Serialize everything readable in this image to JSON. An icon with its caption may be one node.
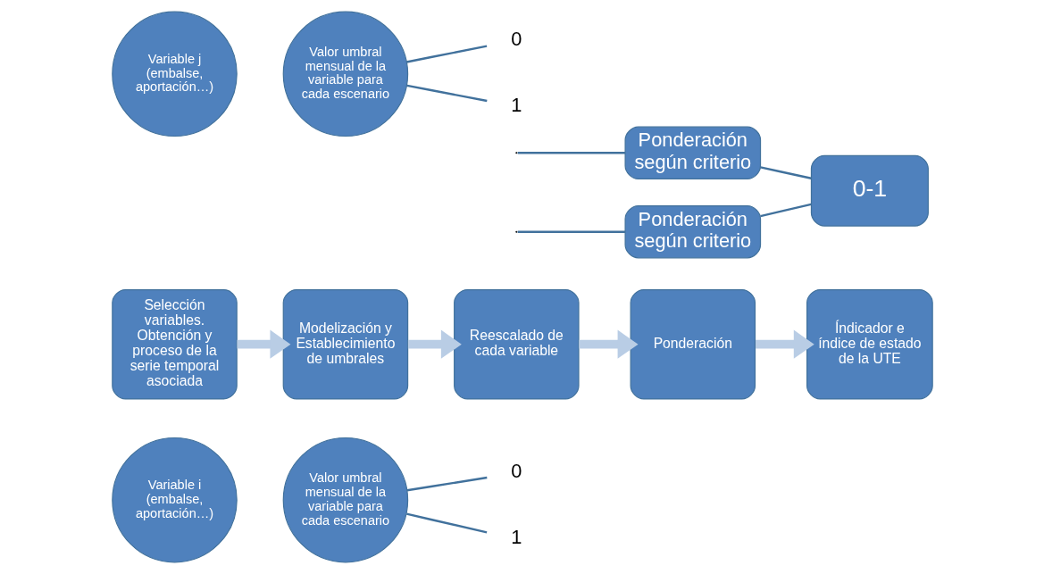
{
  "diagram": {
    "nodes": [
      {
        "text": [
          "Selección variables. Obtención y proceso de la serie temporal asociada"
        ]
      },
      {
        "text": [
          "Modelización y Establecimiento de umbrales"
        ]
      },
      {
        "text": [
          "Reescalado de cada variable"
        ]
      },
      {
        "text": [
          "Ponderación"
        ]
      },
      {
        "text": [
          "Índicador e índice de estado de la UTE"
        ]
      },
      {
        "text": [
          "Variable i (embalse, aportación…)"
        ]
      },
      {
        "text": [
          "Valor umbral mensual de la variable para cada escenario"
        ]
      },
      {
        "text": [
          "0"
        ]
      },
      {
        "text": [
          "1"
        ]
      },
      {
        "text": [
          "Ponderación según criterio"
        ]
      },
      {
        "text": [
          "0-1"
        ]
      },
      {
        "text": [
          "Variable j (embalse, aportación…)"
        ]
      },
      {
        "text": [
          "Valor umbral mensual de la variable para cada escenario"
        ]
      },
      {
        "text": [
          "0"
        ]
      },
      {
        "text": [
          "1"
        ]
      },
      {
        "text": [
          "Ponderación según criterio"
        ]
      }
    ],
    "edges": [
      {
        "from": 0,
        "to": 1,
        "arrow": "to",
        "style": "thick",
        "color": "#b9cde5"
      },
      {
        "from": 1,
        "to": 2,
        "arrow": "to",
        "style": "thick",
        "color": "#b9cde5"
      },
      {
        "from": 2,
        "to": 3,
        "arrow": "to",
        "style": "thick",
        "color": "#b9cde5"
      },
      {
        "from": 3,
        "to": 4,
        "arrow": "to",
        "style": "thick",
        "color": "#b9cde5"
      },
      {
        "from": 6,
        "to": 7,
        "arrow": "none"
      },
      {
        "from": 6,
        "to": 8,
        "arrow": "none"
      },
      {
        "from": null,
        "to": 9,
        "arrow": "none"
      },
      {
        "from": 9,
        "to": 10,
        "arrow": "none"
      },
      {
        "from": 15,
        "to": 10,
        "arrow": "none"
      },
      {
        "from": 12,
        "to": 13,
        "arrow": "none"
      },
      {
        "from": 12,
        "to": 14,
        "arrow": "none"
      },
      {
        "from": null,
        "to": 15,
        "arrow": "none"
      }
    ]
  }
}
